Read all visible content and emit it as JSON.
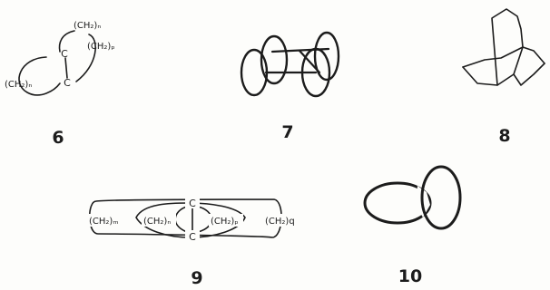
{
  "structures": {
    "s6": {
      "number": "6",
      "atom_top": "C",
      "atom_bottom": "C",
      "chain_top": "(CH₂)ₙ",
      "chain_right": "(CH₂)ₚ",
      "chain_left": "(CH₂)ₙ"
    },
    "s7": {
      "number": "7"
    },
    "s8": {
      "number": "8"
    },
    "s9": {
      "number": "9",
      "atom_top": "C",
      "atom_bottom": "C",
      "chain_1": "(CH₂)ₘ",
      "chain_2": "(CH₂)ₙ",
      "chain_3": "(CH₂)ₚ",
      "chain_4": "(CH₂)q"
    },
    "s10": {
      "number": "10"
    }
  },
  "colors": {
    "ink": "#1c1c1c",
    "paper": "#fdfdfb"
  }
}
